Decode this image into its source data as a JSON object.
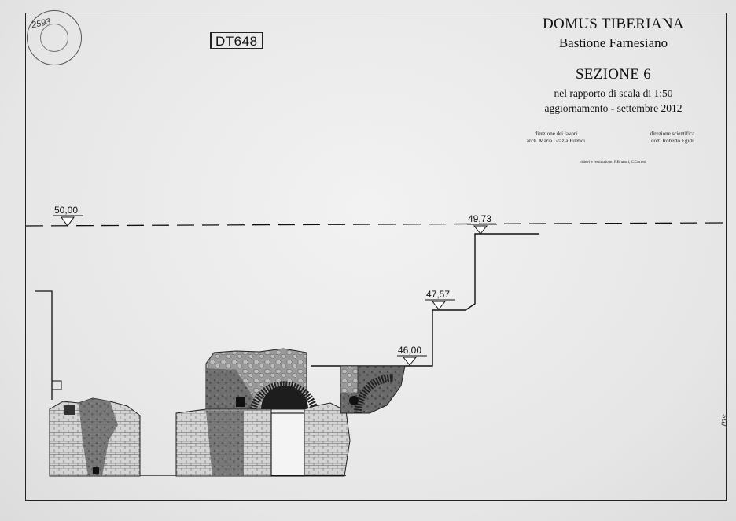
{
  "title_block": {
    "title": "DOMUS TIBERIANA",
    "subtitle": "Bastione Farnesiano",
    "section": "SEZIONE 6",
    "scale": "nel rapporto di scala di 1:50",
    "update": "aggiornamento - settembre 2012",
    "credits": {
      "works_direction_label": "direzione dei lavori",
      "works_direction_name": "arch. Maria Grazia Filetici",
      "scientific_direction_label": "direzione scientifica",
      "scientific_direction_name": "dott. Roberto Egidi",
      "survey_note": "rilievi e restituzione: F.Brunori, C.Cortesi"
    }
  },
  "drawing_code": "DT648",
  "stamp": {
    "handwritten_number": "2593",
    "side_note": "ms"
  },
  "levels": [
    {
      "label": "50,00"
    },
    {
      "label": "49,73"
    },
    {
      "label": "47,57"
    },
    {
      "label": "46,00"
    }
  ],
  "colors": {
    "line": "#111111",
    "masonry_dark": "#555555",
    "masonry_light": "#bdbdbd",
    "paper": "#ececec"
  }
}
